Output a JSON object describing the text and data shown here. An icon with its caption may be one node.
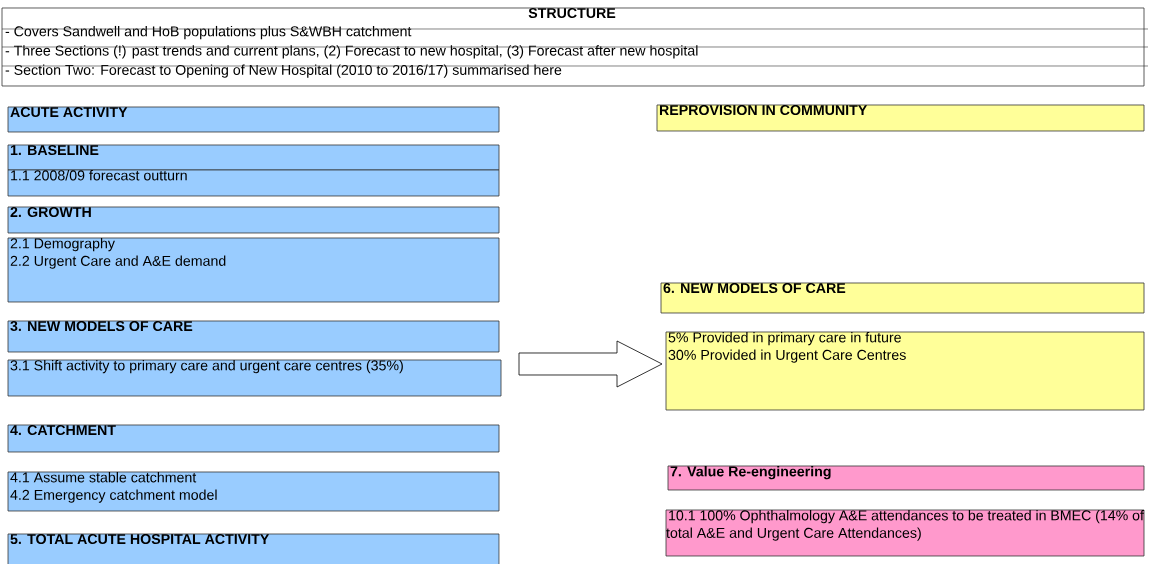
{
  "diagram": {
    "nodes": [
      {
        "text": [
          "STRUCTURE",
          "- Covers Sandwell and HoB populations plus S&WBH catchment",
          "- Three Sections (!) past trends and current plans, (2) Forecast to new hospital, (3) Forecast after new hospital",
          "- Section Two: Forecast to Opening of New Hospital (2010 to 2016/17) summarised here"
        ]
      },
      {
        "text": [
          "ACUTE ACTIVITY"
        ]
      },
      {
        "text": [
          "1. BASELINE"
        ]
      },
      {
        "text": [
          "1.1 2008/09 forecast outturn"
        ]
      },
      {
        "text": [
          "2. GROWTH"
        ]
      },
      {
        "text": [
          "2.1 Demography",
          "2.2 Urgent Care and A&E demand"
        ]
      },
      {
        "text": [
          "3. NEW MODELS OF CARE"
        ]
      },
      {
        "text": [
          "3.1 Shift activity to primary care and urgent care centres (35%)"
        ]
      },
      {
        "text": [
          "4. CATCHMENT"
        ]
      },
      {
        "text": [
          "4.1 Assume stable catchment",
          "4.2 Emergency catchment model"
        ]
      },
      {
        "text": [
          "5. TOTAL ACUTE HOSPITAL ACTIVITY"
        ]
      },
      {
        "text": [
          "REPROVISION IN COMMUNITY"
        ]
      },
      {
        "text": [
          "6. NEW MODELS OF CARE"
        ]
      },
      {
        "text": [
          "5% Provided in primary care in future",
          "30% Provided in Urgent Care Centres"
        ]
      },
      {
        "text": [
          "7. Value Re-engineering"
        ]
      },
      {
        "text": [
          "10.1 100% Ophthalmology A&E attendances to be treated in BMEC (14% of total A&E and Urgent Care Attendances)"
        ]
      }
    ],
    "edges": [
      {
        "from": 7,
        "to": 13,
        "arrow": "to"
      }
    ]
  }
}
